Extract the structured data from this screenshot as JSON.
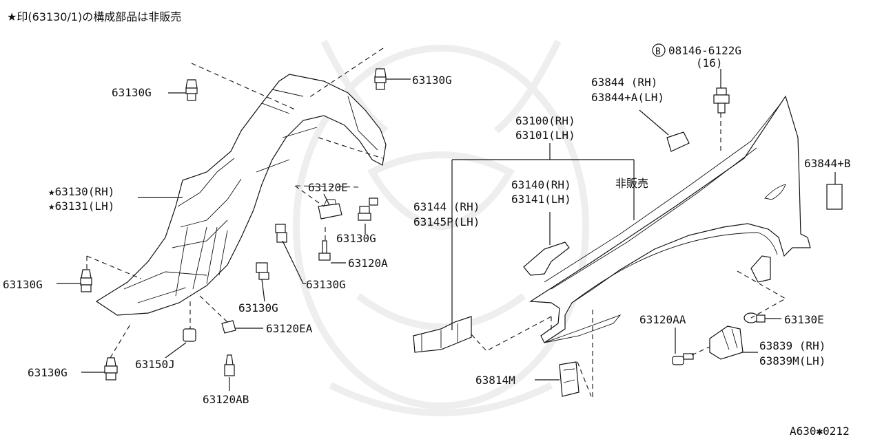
{
  "note": "★印(63130/1)の構成部品は非販売",
  "diagram_code": "A630✱0212",
  "parts": {
    "p63130g_top_left": "63130G",
    "p63130g_top_right": "63130G",
    "liner_rh": "★63130(RH)",
    "liner_lh": "★63131(LH)",
    "p63120e": "63120E",
    "p63130g_mid": "63130G",
    "p63120a": "63120A",
    "p63130g_center": "63130G",
    "p63130g_left": "63130G",
    "p63130g_lower": "63130G",
    "p63120ea": "63120EA",
    "p63150j": "63150J",
    "p63130g_bottom": "63130G",
    "p63120ab": "63120AB",
    "bolt_circle": "B",
    "bolt_number": "08146-6122G",
    "bolt_qty": "(16)",
    "p63844_rh": "63844  (RH)",
    "p63844a_lh": "63844+A(LH)",
    "fender_rh": "63100(RH)",
    "fender_lh": "63101(LH)",
    "p63844b": "63844+B",
    "p63140_rh": "63140(RH)",
    "p63141_lh": "63141(LH)",
    "not_sold": "非販売",
    "p63144_rh": "63144  (RH)",
    "p63145p_lh": "63145P(LH)",
    "p63120aa": "63120AA",
    "p63130e": "63130E",
    "p63839_rh": "63839  (RH)",
    "p63839m_lh": "63839M(LH)",
    "p63814m": "63814M"
  }
}
